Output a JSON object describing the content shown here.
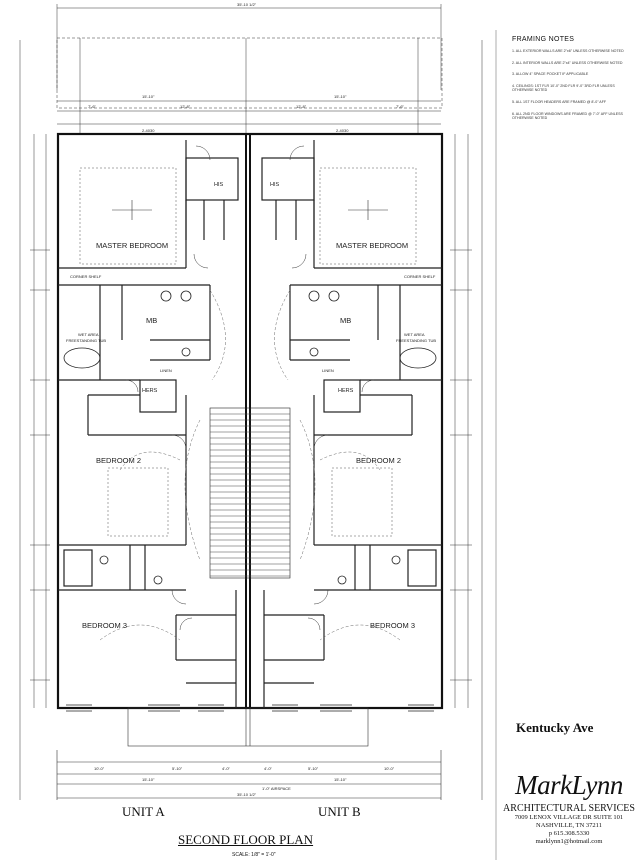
{
  "drawing": {
    "overall_width": "35'-10 1/2\"",
    "overall_width_bottom": "35'-10 1/2\"",
    "plan_title": "SECOND FLOOR PLAN",
    "scale": "SCALE: 1/8\" = 1'-0\"",
    "street_name": "Kentucky Ave",
    "unit_a": "UNIT A",
    "unit_b": "UNIT B"
  },
  "framing_notes": {
    "heading": "FRAMING NOTES",
    "notes": [
      "1. ALL EXTERIOR WALLS ARE 2\"x6\" UNLESS OTHERWISE NOTED",
      "2. ALL INTERIOR WALLS ARE 2\"x4\" UNLESS OTHERWISE NOTED",
      "3. ALLOW 4\" SPACE POCKET IF APPLICABLE",
      "4. CEILINGS: 1ST FLR 10'-0\"  2ND FLR 9'-0\"  3RD FLR UNLESS OTHERWISE NOTED",
      "5. ALL 1ST FLOOR HEADERS ARE FRAMED @ 8'-0\" AFF",
      "6. ALL 2ND FLOOR WINDOWS ARE FRAMED @ 7'-0\" AFF UNLESS OTHERWISE NOTED"
    ]
  },
  "dimensions": {
    "top_left": [
      "7'-6\"",
      "15'-10\"",
      "12'-8\""
    ],
    "top_right": [
      "12'-8\"",
      "15'-10\"",
      "7'-6\""
    ],
    "window_top": "2-4030",
    "bottom_row": [
      "10'-0\"",
      "5'-10\"",
      "4'-0\"",
      "4'-0\"",
      "5'-10\"",
      "10'-0\""
    ],
    "bottom_total_left": "15'-10\"",
    "bottom_total_right": "15'-10\"",
    "airspace": "1'-0\" AIRSPACE"
  },
  "rooms": {
    "master_bedroom": "MASTER BEDROOM",
    "mb": "MB",
    "his": "HIS",
    "hers": "HERS",
    "bedroom2": "BEDROOM 2",
    "bedroom3": "BEDROOM 3",
    "tub": "FREESTANDING TUB",
    "wet_area": "WET AREA",
    "linen": "LINEN",
    "shelf": "CORNER SHELF"
  },
  "firm": {
    "logo": "MarkLynn",
    "services": "ARCHITECTURAL SERVICES",
    "address1": "7009 LENOX VILLAGE DR SUITE 101",
    "address2": "NASHVILLE, TN 37211",
    "phone": "p 615.308.5330",
    "email": "marklynn1@hotmail.com"
  }
}
